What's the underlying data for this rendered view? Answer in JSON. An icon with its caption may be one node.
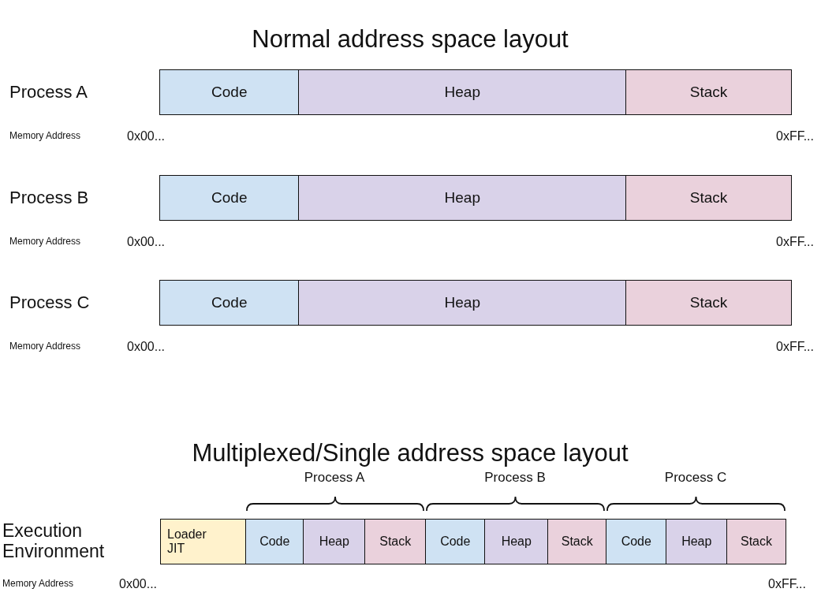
{
  "diagram": {
    "title": "Normal address space layout",
    "nodes": [
      {
        "text": [
          "Code"
        ]
      },
      {
        "text": [
          "Heap"
        ]
      },
      {
        "text": [
          "Stack"
        ]
      },
      {
        "text": [
          "Code"
        ]
      },
      {
        "text": [
          "Heap"
        ]
      },
      {
        "text": [
          "Stack"
        ]
      },
      {
        "text": [
          "Code"
        ]
      },
      {
        "text": [
          "Heap"
        ]
      },
      {
        "text": [
          "Stack"
        ]
      },
      {
        "text": [
          "Loader JIT"
        ]
      },
      {
        "text": [
          "Code"
        ]
      },
      {
        "text": [
          "Heap"
        ]
      },
      {
        "text": [
          "Stack"
        ]
      },
      {
        "text": [
          "Code"
        ]
      },
      {
        "text": [
          "Heap"
        ]
      },
      {
        "text": [
          "Stack"
        ]
      },
      {
        "text": [
          "Code"
        ]
      },
      {
        "text": [
          "Heap"
        ]
      },
      {
        "text": [
          "Stack"
        ]
      }
    ],
    "edges": [],
    "labels": [
      "Process A",
      "Memory Address",
      "0x00...",
      "0xFF...",
      "Process B",
      "Memory Address",
      "0x00...",
      "0xFF...",
      "Process C",
      "Memory Address",
      "0x00...",
      "0xFF...",
      "Multiplexed/Single address space layout",
      "Process A",
      "Process B",
      "Process C",
      "Execution Environment",
      "Memory Address",
      "0x00...",
      "0xFF..."
    ]
  }
}
